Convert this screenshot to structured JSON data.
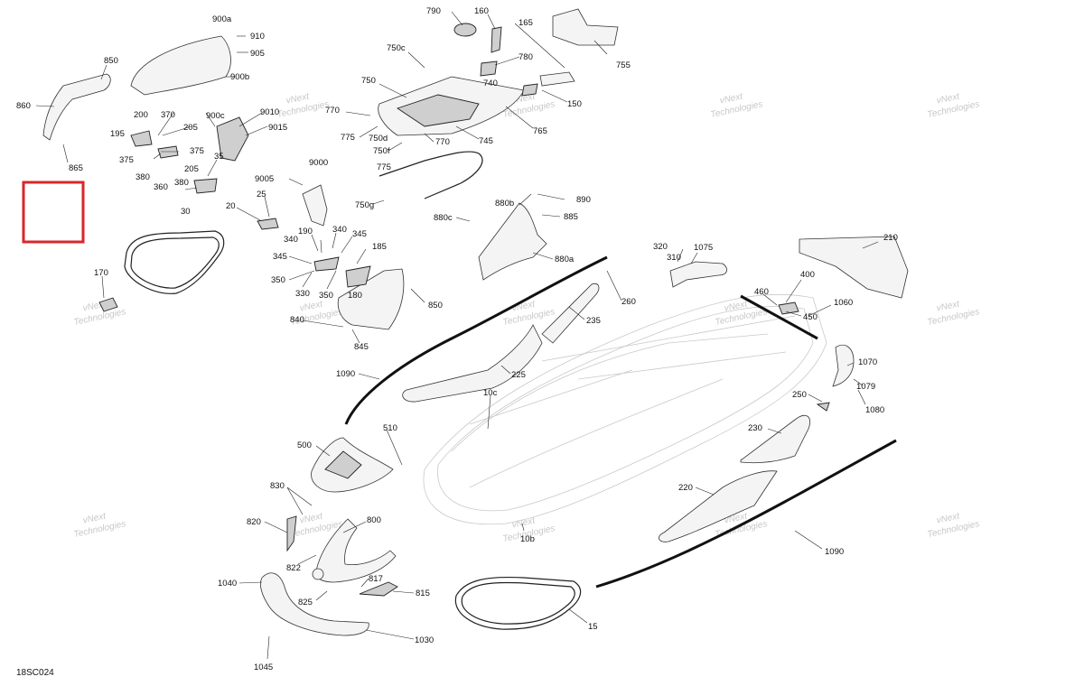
{
  "diagram_code": "18SC024",
  "watermark_text": [
    "vNext",
    "Technologies"
  ],
  "highlight_color": "#d9262b",
  "part_labels": [
    "790",
    "160",
    "165",
    "755",
    "910",
    "900a",
    "905",
    "900b",
    "850",
    "860",
    "750c",
    "780",
    "740",
    "750",
    "150",
    "770",
    "765",
    "775",
    "750d",
    "745",
    "750f",
    "770",
    "775",
    "750g",
    "200",
    "370",
    "205",
    "195",
    "375",
    "375",
    "380",
    "360",
    "380",
    "205",
    "35",
    "30",
    "900c",
    "9010",
    "9015",
    "9005",
    "9000",
    "25",
    "20",
    "865",
    "880b",
    "890",
    "880c",
    "885",
    "880a",
    "190",
    "340",
    "340",
    "345",
    "345",
    "185",
    "350",
    "330",
    "350",
    "180",
    "850",
    "840",
    "845",
    "320",
    "1075",
    "310",
    "210",
    "400",
    "460",
    "1060",
    "450",
    "1070",
    "1079",
    "1080",
    "170",
    "260",
    "235",
    "225",
    "1090",
    "10c",
    "510",
    "500",
    "250",
    "230",
    "220",
    "830",
    "820",
    "800",
    "822",
    "817",
    "815",
    "825",
    "1040",
    "1030",
    "1045",
    "10b",
    "1090",
    "15"
  ]
}
